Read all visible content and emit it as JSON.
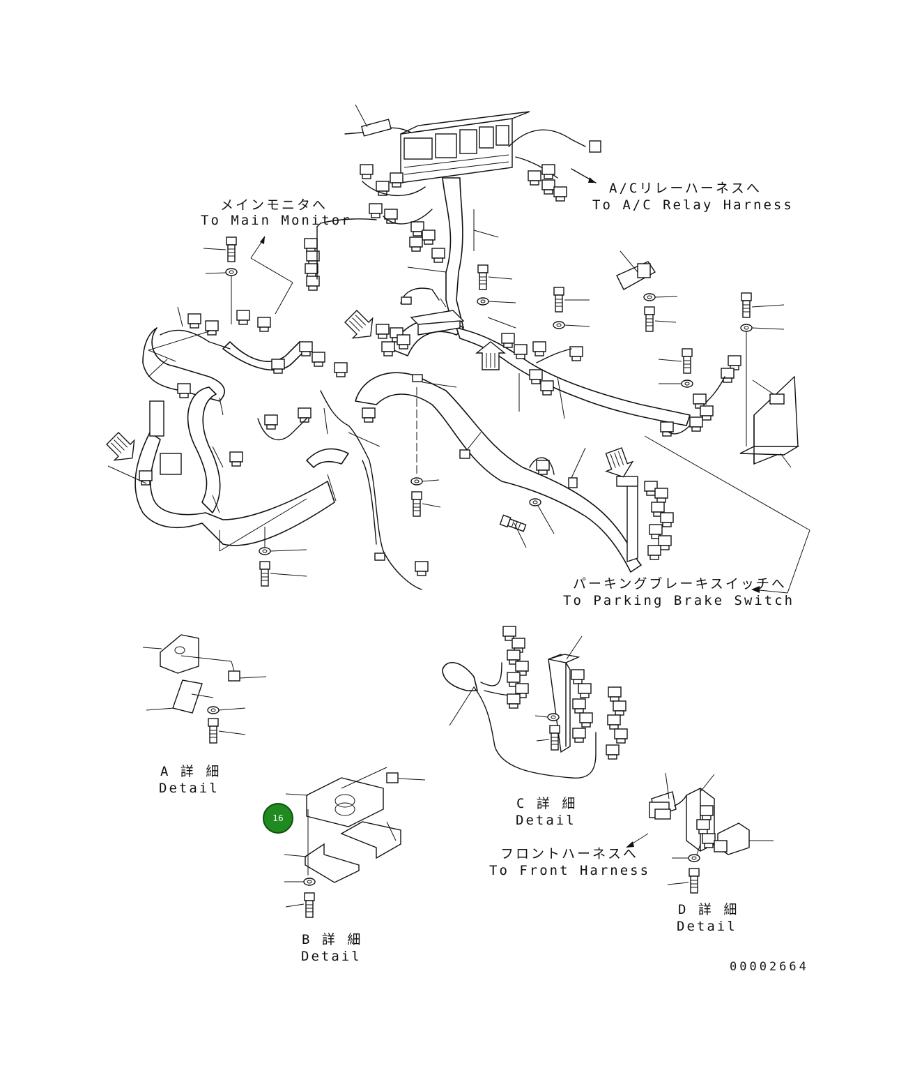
{
  "labels": {
    "main_monitor_jp": "メインモニタへ",
    "main_monitor_en": "To Main Monitor",
    "ac_relay_jp": "A/Cリレーハーネスへ",
    "ac_relay_en": "To A/C Relay Harness",
    "parking_jp": "パーキングブレーキスイッチへ",
    "parking_en": "To Parking Brake Switch",
    "front_jp": "フロントハーネスへ",
    "front_en": "To Front Harness",
    "detail_a_jp": "A 詳 細",
    "detail_a_en": "Detail",
    "detail_b_jp": "B 詳 細",
    "detail_b_en": "Detail",
    "detail_c_jp": "C 詳 細",
    "detail_c_en": "Detail",
    "detail_d_jp": "D 詳 細",
    "detail_d_en": "Detail",
    "drawing_number": "00002664"
  },
  "badge": {
    "number": "16",
    "color": "#1f8a1f"
  }
}
